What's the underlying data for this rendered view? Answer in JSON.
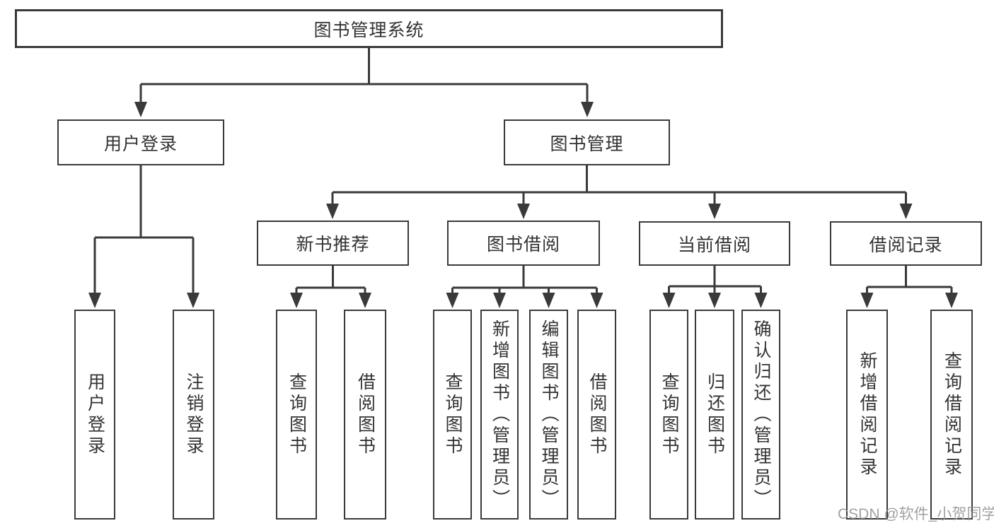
{
  "colors": {
    "line": "#3a3a3a",
    "box_border": "#3a3a3a",
    "text": "#333333",
    "background": "#ffffff",
    "watermark": "#949494"
  },
  "watermark": {
    "text": "CSDN @软件_小贺同学"
  },
  "tree": {
    "root": {
      "id": "library-management-system",
      "label": "图书管理系统"
    },
    "branches": [
      {
        "id": "user-login",
        "label": "用户登录",
        "children": [
          {
            "id": "user-login-action",
            "label": "用户登录"
          },
          {
            "id": "logout-action",
            "label": "注销登录"
          }
        ]
      },
      {
        "id": "book-management",
        "label": "图书管理",
        "children": [
          {
            "id": "new-book-recommendation",
            "label": "新书推荐",
            "children": [
              {
                "id": "query-books",
                "label": "查询图书"
              },
              {
                "id": "borrow-books",
                "label": "借阅图书"
              }
            ]
          },
          {
            "id": "book-borrowing",
            "label": "图书借阅",
            "children": [
              {
                "id": "query-books",
                "label": "查询图书"
              },
              {
                "id": "add-books-admin",
                "label": "新增图书（管理员）"
              },
              {
                "id": "edit-books-admin",
                "label": "编辑图书（管理员）"
              },
              {
                "id": "borrow-books",
                "label": "借阅图书"
              }
            ]
          },
          {
            "id": "current-borrowing",
            "label": "当前借阅",
            "children": [
              {
                "id": "query-books",
                "label": "查询图书"
              },
              {
                "id": "return-books",
                "label": "归还图书"
              },
              {
                "id": "confirm-return-admin",
                "label": "确认归还（管理员）"
              }
            ]
          },
          {
            "id": "borrowing-records",
            "label": "借阅记录",
            "children": [
              {
                "id": "add-borrow-record",
                "label": "新增借阅记录"
              },
              {
                "id": "query-borrow-record",
                "label": "查询借阅记录"
              }
            ]
          }
        ]
      }
    ]
  }
}
